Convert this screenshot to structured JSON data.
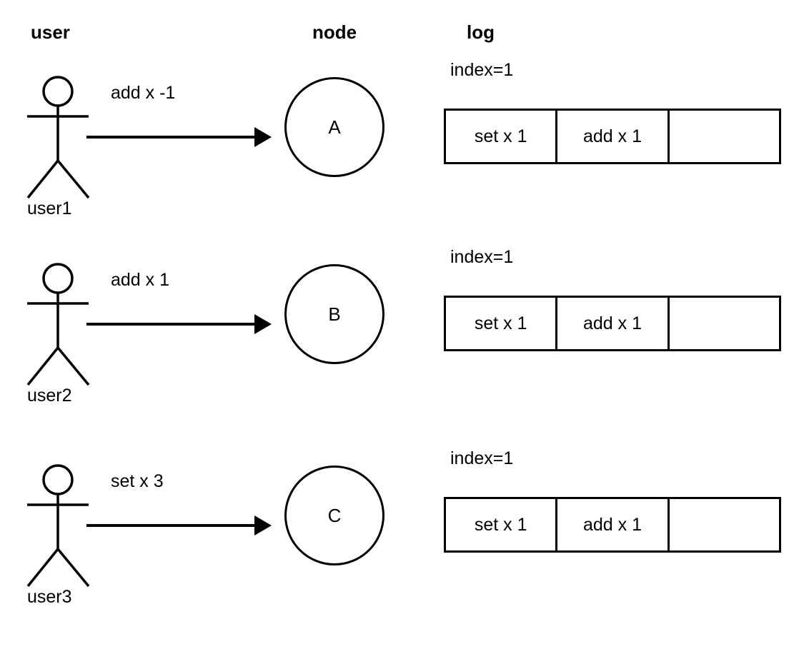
{
  "diagram": {
    "title": "distributed log replication diagram",
    "background_color": "#ffffff",
    "stroke_color": "#000000",
    "columns": [
      {
        "key": "user",
        "label": "user"
      },
      {
        "key": "node",
        "label": "node"
      },
      {
        "key": "log",
        "label": "log"
      }
    ]
  },
  "rows": [
    {
      "actor": {
        "icon": "stick-figure-icon",
        "label": "user1"
      },
      "message": {
        "label": "add x -1",
        "arrow": "arrow-right-icon"
      },
      "node": {
        "label": "A"
      },
      "log": {
        "index_label": "index=1",
        "cells": [
          "set x 1",
          "add x 1",
          ""
        ]
      }
    },
    {
      "actor": {
        "icon": "stick-figure-icon",
        "label": "user2"
      },
      "message": {
        "label": "add x 1",
        "arrow": "arrow-right-icon"
      },
      "node": {
        "label": "B"
      },
      "log": {
        "index_label": "index=1",
        "cells": [
          "set x 1",
          "add x 1",
          ""
        ]
      }
    },
    {
      "actor": {
        "icon": "stick-figure-icon",
        "label": "user3"
      },
      "message": {
        "label": "set x 3",
        "arrow": "arrow-right-icon"
      },
      "node": {
        "label": "C"
      },
      "log": {
        "index_label": "index=1",
        "cells": [
          "set x 1",
          "add x 1",
          ""
        ]
      }
    }
  ]
}
